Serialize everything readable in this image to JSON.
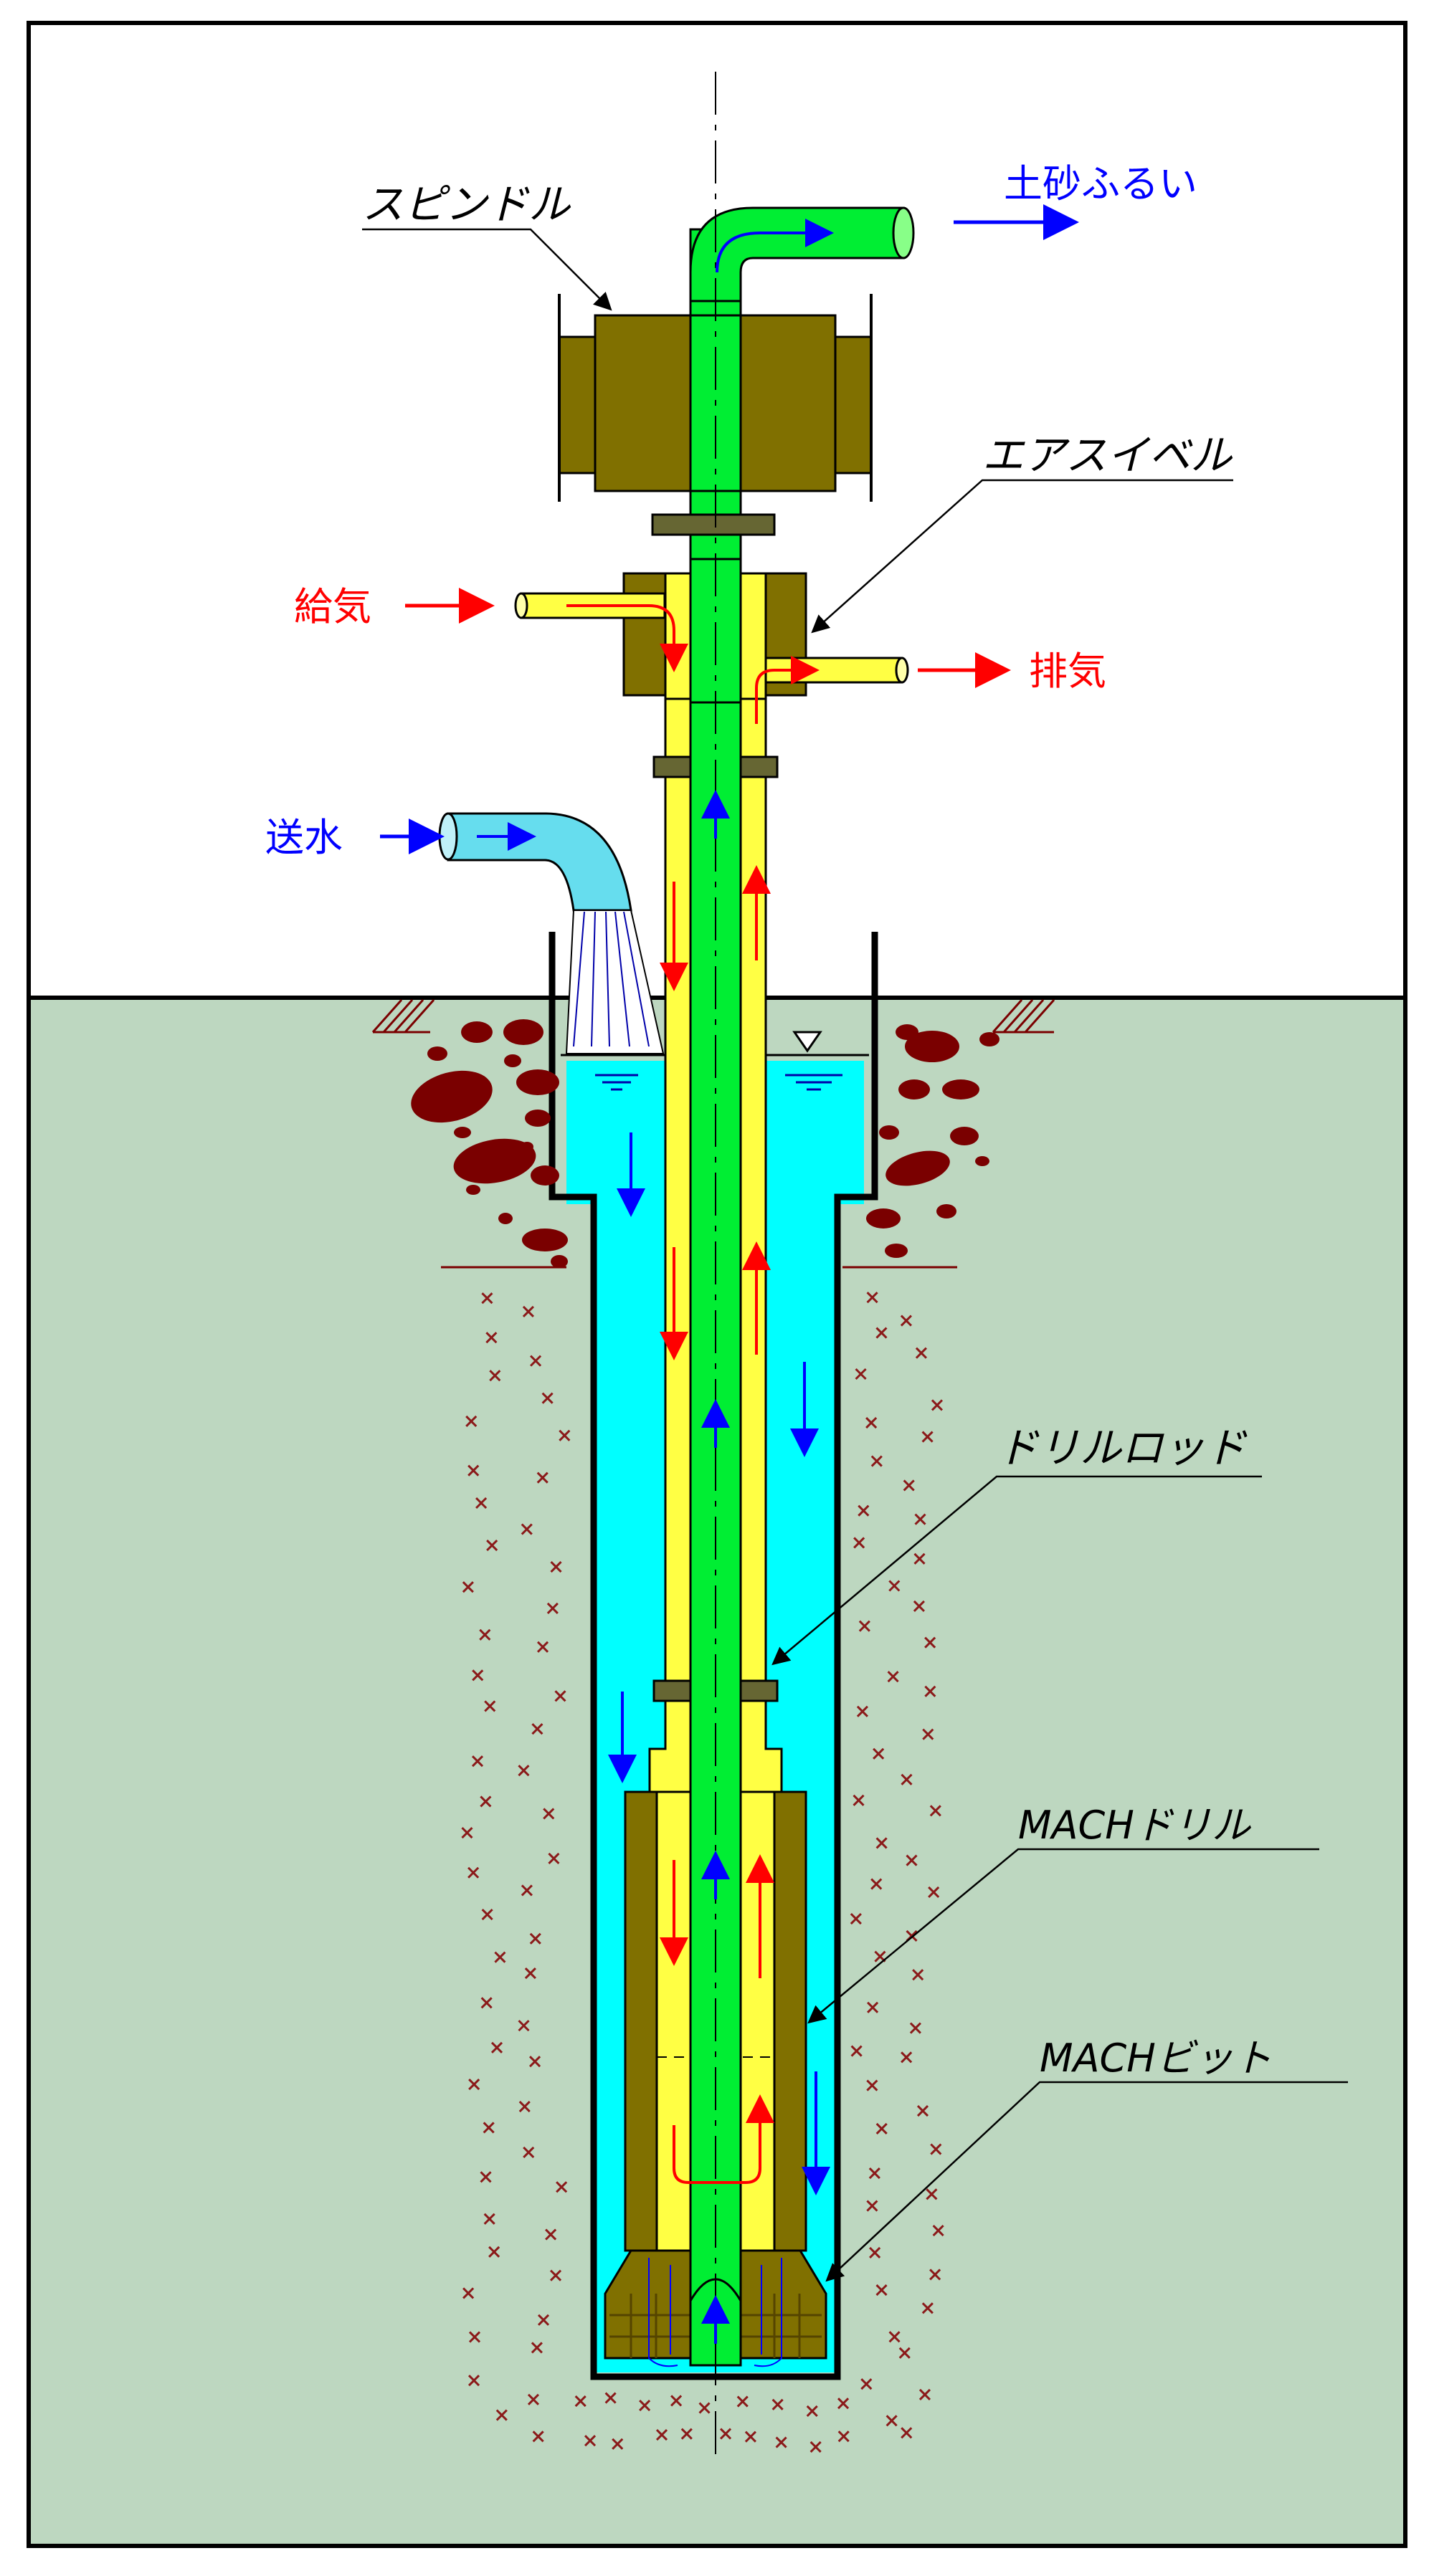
{
  "labels": {
    "spindle": "スピンドル",
    "air_swivel": "エアスイベル",
    "drill_rod": "ドリルロッド",
    "mach_drill": "MACHドリル",
    "mach_bit": "MACHビット",
    "soil_screen": "土砂ふるい",
    "air_supply": "給気",
    "air_exhaust": "排気",
    "water_supply": "送水"
  },
  "colors": {
    "ground": "#bdd7c0",
    "sky": "#ffffff",
    "water": "#00ffff",
    "inner_pipe": "#00ee33",
    "air_annulus": "#ffff44",
    "machine": "#807000",
    "water_pipe": "#66ddee",
    "rock": "#7a0000",
    "cross": "#8b1a1a",
    "arrow_water": "#0000ff",
    "arrow_air": "#ff0000"
  }
}
